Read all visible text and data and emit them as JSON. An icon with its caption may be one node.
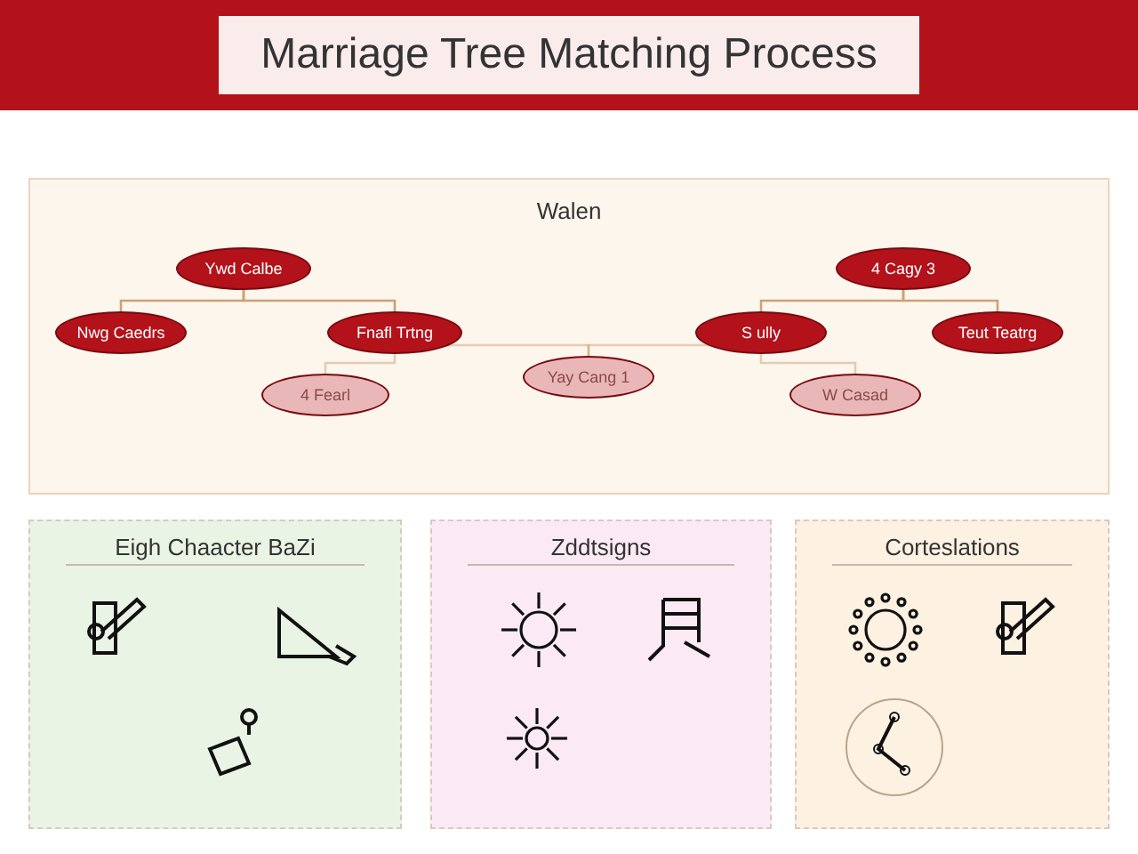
{
  "diagram": {
    "title": "Marriage Tree Matching Process",
    "nodes": [
      {
        "text": [
          "Walen"
        ]
      },
      {
        "text": [
          "Ywd Calbe"
        ],
        "in": 0
      },
      {
        "text": [
          "Nwg Caedrs"
        ],
        "in": 0
      },
      {
        "text": [
          "Fnafl Trtng"
        ],
        "in": 0
      },
      {
        "text": [
          "4 Cagy 3"
        ],
        "in": 0
      },
      {
        "text": [
          "S ully"
        ],
        "in": 0
      },
      {
        "text": [
          "Teut Teatrg"
        ],
        "in": 0
      },
      {
        "text": [
          "4 Fearl"
        ],
        "in": 0
      },
      {
        "text": [
          "Yay Cang 1"
        ],
        "in": 0
      },
      {
        "text": [
          "W Casad"
        ],
        "in": 0
      },
      {
        "text": [
          "Eigh Chaacter BaZi"
        ]
      },
      {
        "text": [
          "Zddtsigns"
        ]
      },
      {
        "text": [
          "Corteslations"
        ]
      }
    ],
    "edges": [
      {
        "from": 1,
        "to": 2,
        "arrow": "none"
      },
      {
        "from": 1,
        "to": 3,
        "arrow": "none"
      },
      {
        "from": 4,
        "to": 5,
        "arrow": "none"
      },
      {
        "from": 4,
        "to": 6,
        "arrow": "none"
      },
      {
        "from": 3,
        "to": 7,
        "arrow": "none"
      },
      {
        "from": 3,
        "to": 8,
        "arrow": "none"
      },
      {
        "from": 5,
        "to": 8,
        "arrow": "none"
      },
      {
        "from": 5,
        "to": 9,
        "arrow": "none"
      }
    ]
  }
}
